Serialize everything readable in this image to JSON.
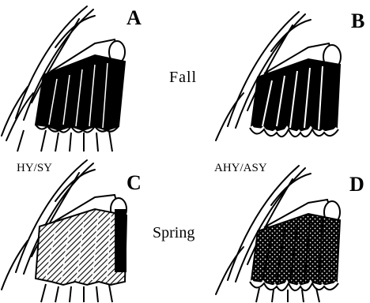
{
  "panels": [
    {
      "letter": "A",
      "pattern": "solid-black"
    },
    {
      "letter": "B",
      "pattern": "solid-black-white-edged"
    },
    {
      "letter": "C",
      "pattern": "hatched"
    },
    {
      "letter": "D",
      "pattern": "stippled"
    }
  ],
  "seasons": {
    "top": "Fall",
    "bottom": "Spring"
  },
  "age_classes": {
    "left": "HY/SY",
    "right": "AHY/ASY"
  }
}
